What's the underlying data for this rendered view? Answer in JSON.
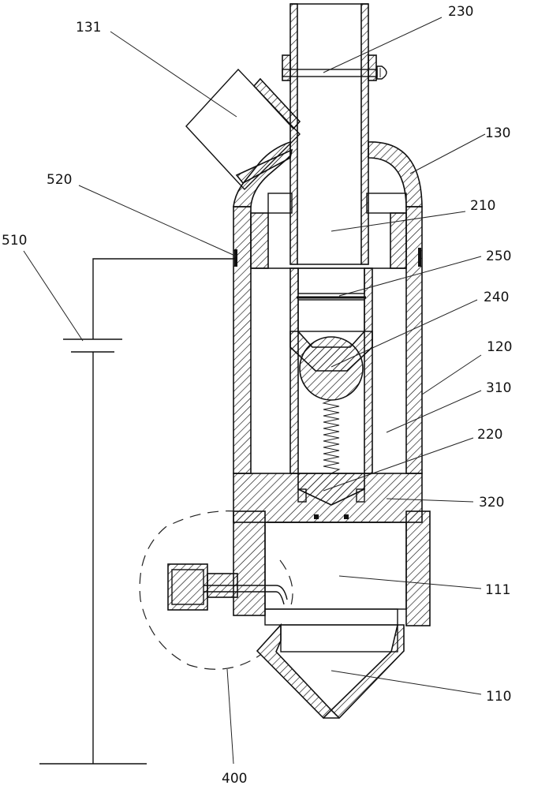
{
  "labels": {
    "l131": "131",
    "l230": "230",
    "l130": "130",
    "l520": "520",
    "l210": "210",
    "l510": "510",
    "l250": "250",
    "l240": "240",
    "l120": "120",
    "l310": "310",
    "l220": "220",
    "l320": "320",
    "l111": "111",
    "l110": "110",
    "l400": "400"
  },
  "colors": {
    "ink": "#111111",
    "background": "#ffffff"
  }
}
